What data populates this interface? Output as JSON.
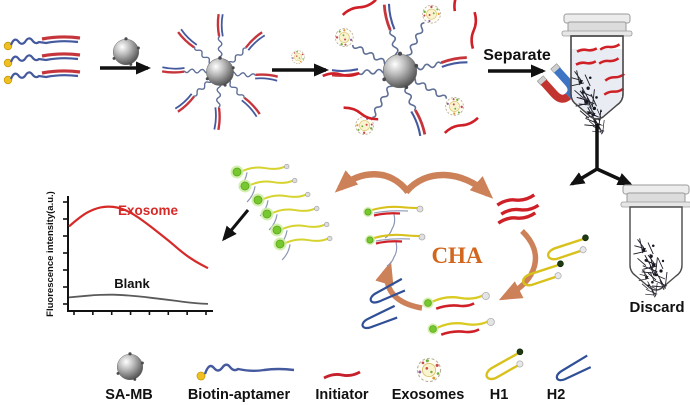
{
  "labels": {
    "separate": "Separate",
    "discard": "Discard",
    "cha": "CHA"
  },
  "chart_data": {
    "type": "line",
    "title": "",
    "xlabel": "",
    "ylabel": "Fluorescence intensity(a.u.)",
    "x": [
      0,
      1,
      2,
      3,
      4,
      5,
      6,
      7,
      8,
      9,
      10,
      11
    ],
    "series": [
      {
        "name": "Exosome",
        "color": "#d62a28",
        "values": [
          0.76,
          0.86,
          0.92,
          0.945,
          0.93,
          0.88,
          0.8,
          0.71,
          0.62,
          0.52,
          0.44,
          0.38
        ]
      },
      {
        "name": "Blank",
        "color": "#5a5a5a",
        "values": [
          0.115,
          0.125,
          0.135,
          0.14,
          0.138,
          0.13,
          0.118,
          0.104,
          0.09,
          0.075,
          0.062,
          0.055
        ]
      }
    ],
    "xlim": [
      0,
      11
    ],
    "ylim": [
      0,
      1
    ],
    "grid": false,
    "legend_position": "inline-annotations",
    "x_tick_count": 8,
    "y_tick_count": 7
  },
  "legend": {
    "items": [
      {
        "label": "SA-MB",
        "icon": "magnetic-bead-icon"
      },
      {
        "label": "Biotin-aptamer",
        "icon": "biotin-aptamer-icon"
      },
      {
        "label": "Initiator",
        "icon": "initiator-strand-icon"
      },
      {
        "label": "Exosomes",
        "icon": "exosome-vesicle-icon"
      },
      {
        "label": "H1",
        "icon": "h1-hairpin-icon"
      },
      {
        "label": "H2",
        "icon": "h2-hairpin-icon"
      }
    ]
  },
  "colors": {
    "aptamer_blue": "#44599e",
    "strand_gray_blue": "#5f6f96",
    "initiator_red": "#cf2028",
    "h1_yellow": "#d9c11c",
    "h2_blue": "#2f4f96",
    "fluorophore_green": "#76c82e",
    "quencher_gray": "#e0e0e0",
    "biotin_yellow": "#f0c020",
    "cha_arrow_orange": "#cd8159",
    "cha_text_orange": "#d2661e",
    "magnet_red": "#c23430",
    "magnet_blue": "#3d74c4",
    "bead_gray": "#8a8a8a"
  }
}
